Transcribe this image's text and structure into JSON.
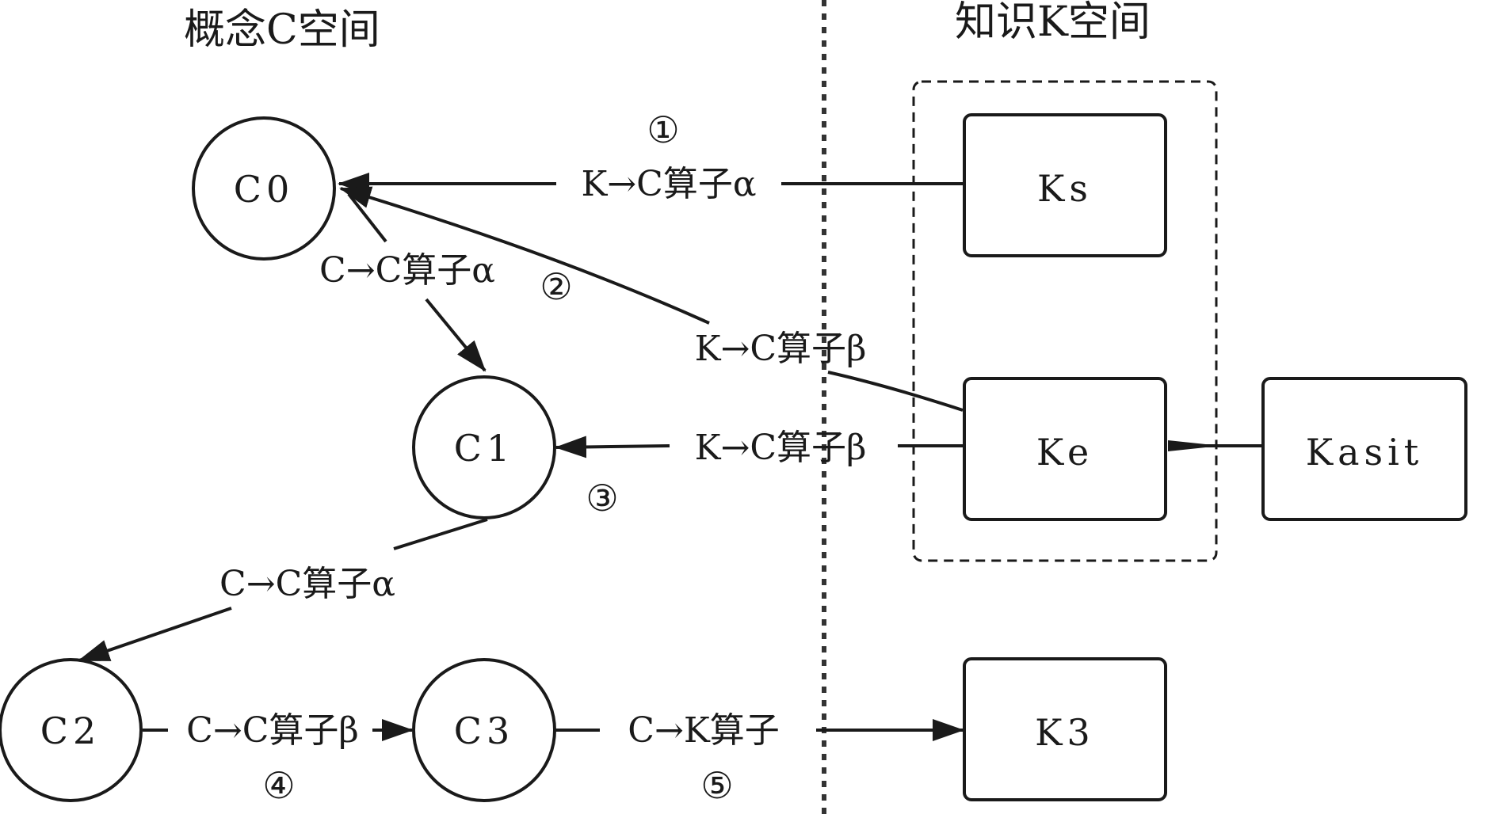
{
  "spaces": {
    "concept_title": "概念C空间",
    "knowledge_title": "知识K空间"
  },
  "concept_nodes": {
    "c0": "C0",
    "c1": "C1",
    "c2": "C2",
    "c3": "C3"
  },
  "knowledge_nodes": {
    "ks": "Ks",
    "ke": "Ke",
    "kasit": "Kasit",
    "k3": "K3"
  },
  "edge_labels": {
    "ks_to_c0": "K→C算子α",
    "c0_to_c1": "C→C算子α",
    "ke_to_c0": "K→C算子β",
    "ke_to_c1": "K→C算子β",
    "c1_to_c2": "C→C算子α",
    "c2_to_c3": "C→C算子β",
    "c3_to_k3": "C→K算子"
  },
  "steps": {
    "s1": "①",
    "s2": "②",
    "s3": "③",
    "s4": "④",
    "s5": "⑤"
  }
}
